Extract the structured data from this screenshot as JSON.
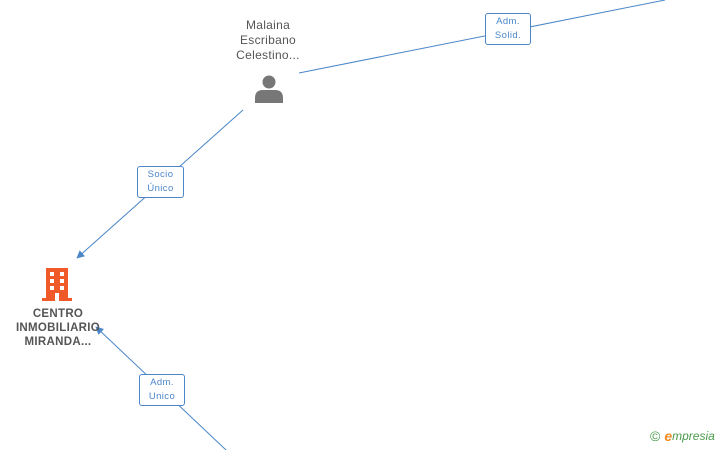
{
  "nodes": {
    "person": {
      "name_lines": [
        "Malaina",
        "Escribano",
        "Celestino..."
      ],
      "icon": "person-icon",
      "color": "#777777"
    },
    "company": {
      "name_lines": [
        "CENTRO",
        "INMOBILIARIO",
        "MIRANDA..."
      ],
      "icon": "building-icon",
      "color": "#f05a28"
    }
  },
  "edges": {
    "adm_solid": {
      "label_lines": [
        "Adm.",
        "Solid."
      ]
    },
    "socio_unico": {
      "label_lines": [
        "Socio",
        "Único"
      ]
    },
    "adm_unico": {
      "label_lines": [
        "Adm.",
        "Unico"
      ]
    }
  },
  "colors": {
    "edge": "#4a86c8",
    "text": "#555555"
  },
  "brand": {
    "copyright": "©",
    "e": "e",
    "rest": "mpresia"
  }
}
